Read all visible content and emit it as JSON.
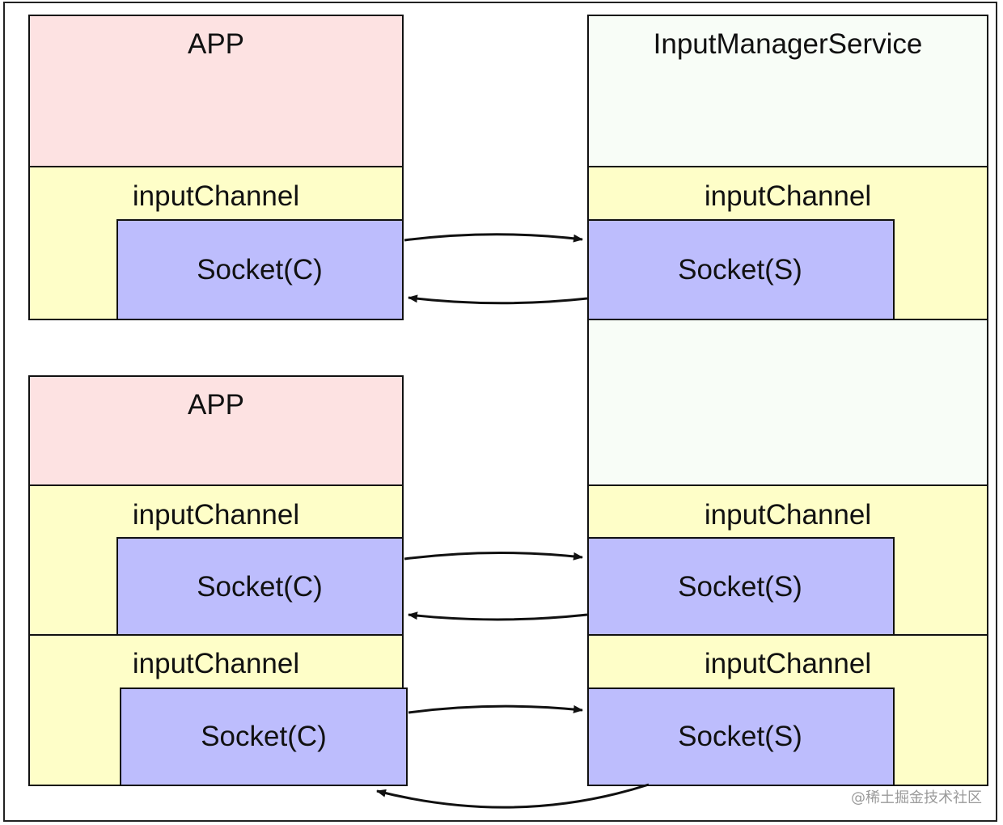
{
  "colors": {
    "app_fill": "#fde2e2",
    "service_fill": "#f8fdf7",
    "channel_fill": "#fefec8",
    "socket_fill": "#bdbdfd",
    "stroke": "#111111"
  },
  "app_top": {
    "title": "APP",
    "channel": {
      "label": "inputChannel",
      "socket": "Socket(C)"
    }
  },
  "app_bottom": {
    "title": "APP",
    "channels": [
      {
        "label": "inputChannel",
        "socket": "Socket(C)"
      },
      {
        "label": "inputChannel",
        "socket": "Socket(C)"
      }
    ]
  },
  "service": {
    "title": "InputManagerService",
    "channels": [
      {
        "label": "inputChannel",
        "socket": "Socket(S)"
      },
      {
        "label": "inputChannel",
        "socket": "Socket(S)"
      },
      {
        "label": "inputChannel",
        "socket": "Socket(S)"
      }
    ]
  },
  "watermark": "@稀土掘金技术社区"
}
